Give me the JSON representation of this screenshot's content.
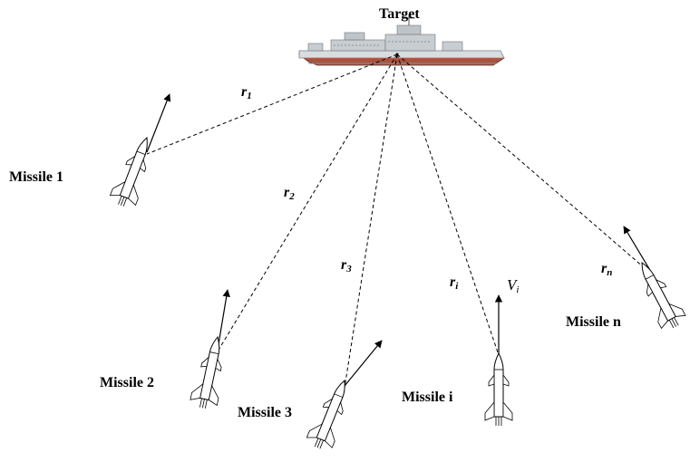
{
  "target": {
    "label": "Target"
  },
  "missiles": [
    {
      "id": "1",
      "label": "Missile 1",
      "range_symbol": "r",
      "range_sub": "1"
    },
    {
      "id": "2",
      "label": "Missile 2",
      "range_symbol": "r",
      "range_sub": "2"
    },
    {
      "id": "3",
      "label": "Missile 3",
      "range_symbol": "r",
      "range_sub": "3"
    },
    {
      "id": "i",
      "label": "Missile i",
      "range_symbol": "r",
      "range_sub": "i",
      "velocity_symbol": "V",
      "velocity_sub": "i"
    },
    {
      "id": "n",
      "label": "Missile n",
      "range_symbol": "r",
      "range_sub": "n"
    }
  ]
}
